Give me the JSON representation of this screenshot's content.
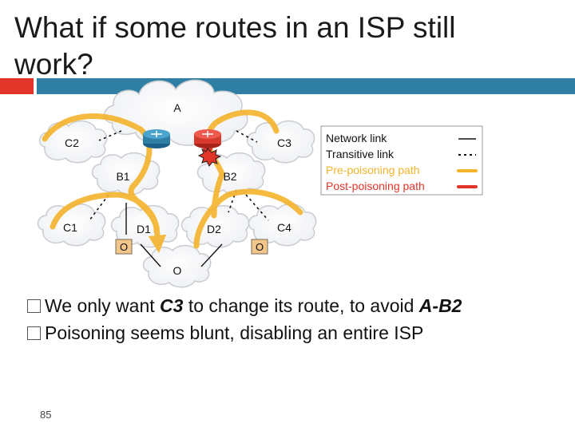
{
  "slide": {
    "title": "What if some routes in an ISP still work?",
    "page_number": "85",
    "accent_colors": {
      "red": "#e2352a",
      "blue": "#2e7fa3"
    }
  },
  "diagram": {
    "nodes": {
      "A": "A",
      "C2": "C2",
      "C3": "C3",
      "B1": "B1",
      "B2": "B2",
      "C1": "C1",
      "D1": "D1",
      "D2": "D2",
      "C4": "C4",
      "O": "O"
    },
    "origin_box_label": "O",
    "legend": [
      {
        "label": "Network link",
        "color": "#111111",
        "style": "solid"
      },
      {
        "label": "Transitive link",
        "color": "#111111",
        "style": "dotted"
      },
      {
        "label": "Pre-poisoning path",
        "color": "#f4b32c",
        "style": "thick"
      },
      {
        "label": "Post-poisoning path",
        "color": "#e2352a",
        "style": "thick"
      }
    ]
  },
  "bullets": [
    {
      "pre": "We only want ",
      "em1": "C3",
      "mid": " to change its route, to avoid ",
      "em2": "A-B2"
    },
    {
      "text": "Poisoning seems blunt, disabling an entire ISP"
    }
  ]
}
